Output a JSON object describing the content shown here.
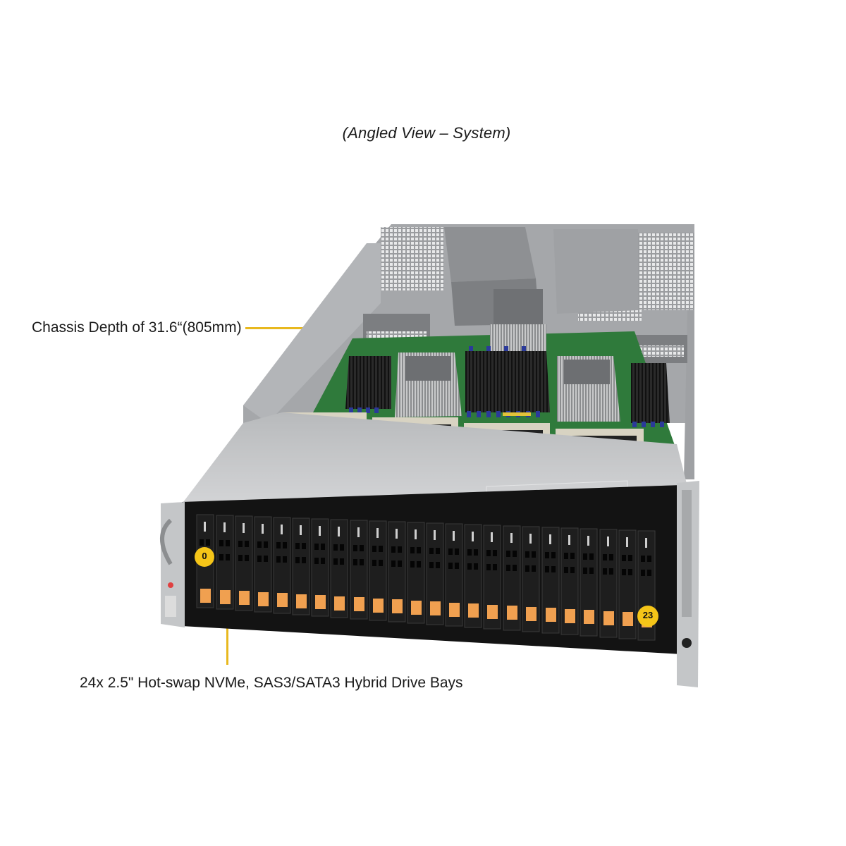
{
  "figure": {
    "title": "(Angled View – System)",
    "subject": "2U rackmount server, angled top view with cover removed",
    "callouts": [
      {
        "id": "depth",
        "label": "Chassis Depth of 31.6“(805mm)",
        "leader_color": "#e8b81e"
      },
      {
        "id": "bays",
        "label": "24x 2.5\" Hot-swap NVMe, SAS3/SATA3 Hybrid Drive Bays",
        "leader_color": "#e8b81e"
      }
    ],
    "drive_bays": {
      "count": 24,
      "first_label": "0",
      "last_label": "23",
      "badge_color": "#f5c518",
      "latch_color": "#f0a050"
    },
    "fans": {
      "count": 4
    },
    "colors": {
      "chassis": "#c9cacc",
      "front_panel": "#111111",
      "motherboard": "#2f7a3b",
      "dimm_latch_blue": "#2b3a9a"
    }
  }
}
